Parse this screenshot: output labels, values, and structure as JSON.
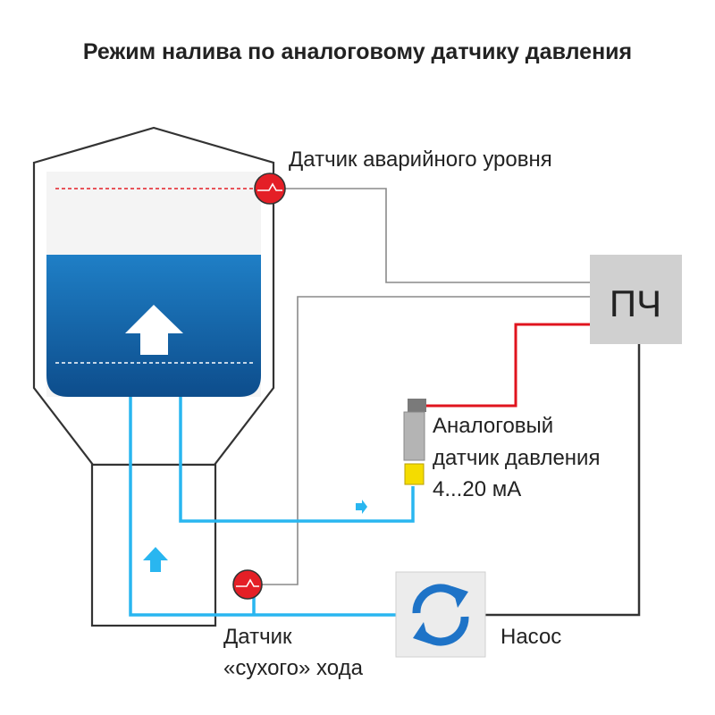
{
  "title": "Режим налива по аналоговому датчику давления",
  "labels": {
    "emergency_sensor": "Датчик аварийного уровня",
    "pc": "ПЧ",
    "analog_line1": "Аналоговый",
    "analog_line2": "датчик давления",
    "analog_line3": "4...20 мА",
    "dry_line1": "Датчик",
    "dry_line2": "«сухого» хода",
    "pump": "Насос"
  },
  "colors": {
    "water_top": "#1f7fc6",
    "water_bottom": "#0d4d8c",
    "pipe": "#29b6f0",
    "signal_red": "#e0141e",
    "sensor_red": "#e41f26",
    "outline": "#333333",
    "wire_gray": "#8a8a8a",
    "pc_box": "#d0d0d0",
    "pump_box": "#ececec",
    "pump_arrow": "#1e73c7",
    "connector_yellow": "#f4dc00"
  },
  "icons": {
    "pump": "rotating-arrows-icon",
    "tank_arrow": "up-arrow-icon",
    "pipe_arrows": "flow-arrow-icon",
    "level_sensors": "level-sensor-icon"
  }
}
